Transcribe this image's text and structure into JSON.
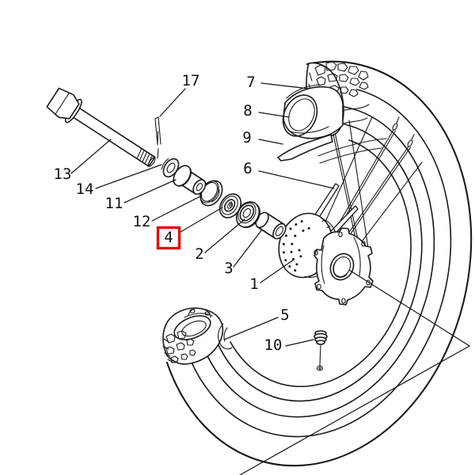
{
  "diagram": {
    "type": "exploded-parts-diagram",
    "subject": "Motorcycle front wheel assembly parts diagram",
    "colors": {
      "line": "#1a1a1a",
      "highlight": "#dd1111",
      "background": "#ffffff"
    },
    "highlighted_callout": "4",
    "callouts": {
      "c1": {
        "label": "1"
      },
      "c2": {
        "label": "2"
      },
      "c3": {
        "label": "3"
      },
      "c4": {
        "label": "4"
      },
      "c5": {
        "label": "5"
      },
      "c6": {
        "label": "6"
      },
      "c7": {
        "label": "7"
      },
      "c8": {
        "label": "8"
      },
      "c9": {
        "label": "9"
      },
      "c10": {
        "label": "10"
      },
      "c11": {
        "label": "11"
      },
      "c12": {
        "label": "12"
      },
      "c13": {
        "label": "13"
      },
      "c14": {
        "label": "14"
      },
      "c17": {
        "label": "17"
      }
    }
  }
}
